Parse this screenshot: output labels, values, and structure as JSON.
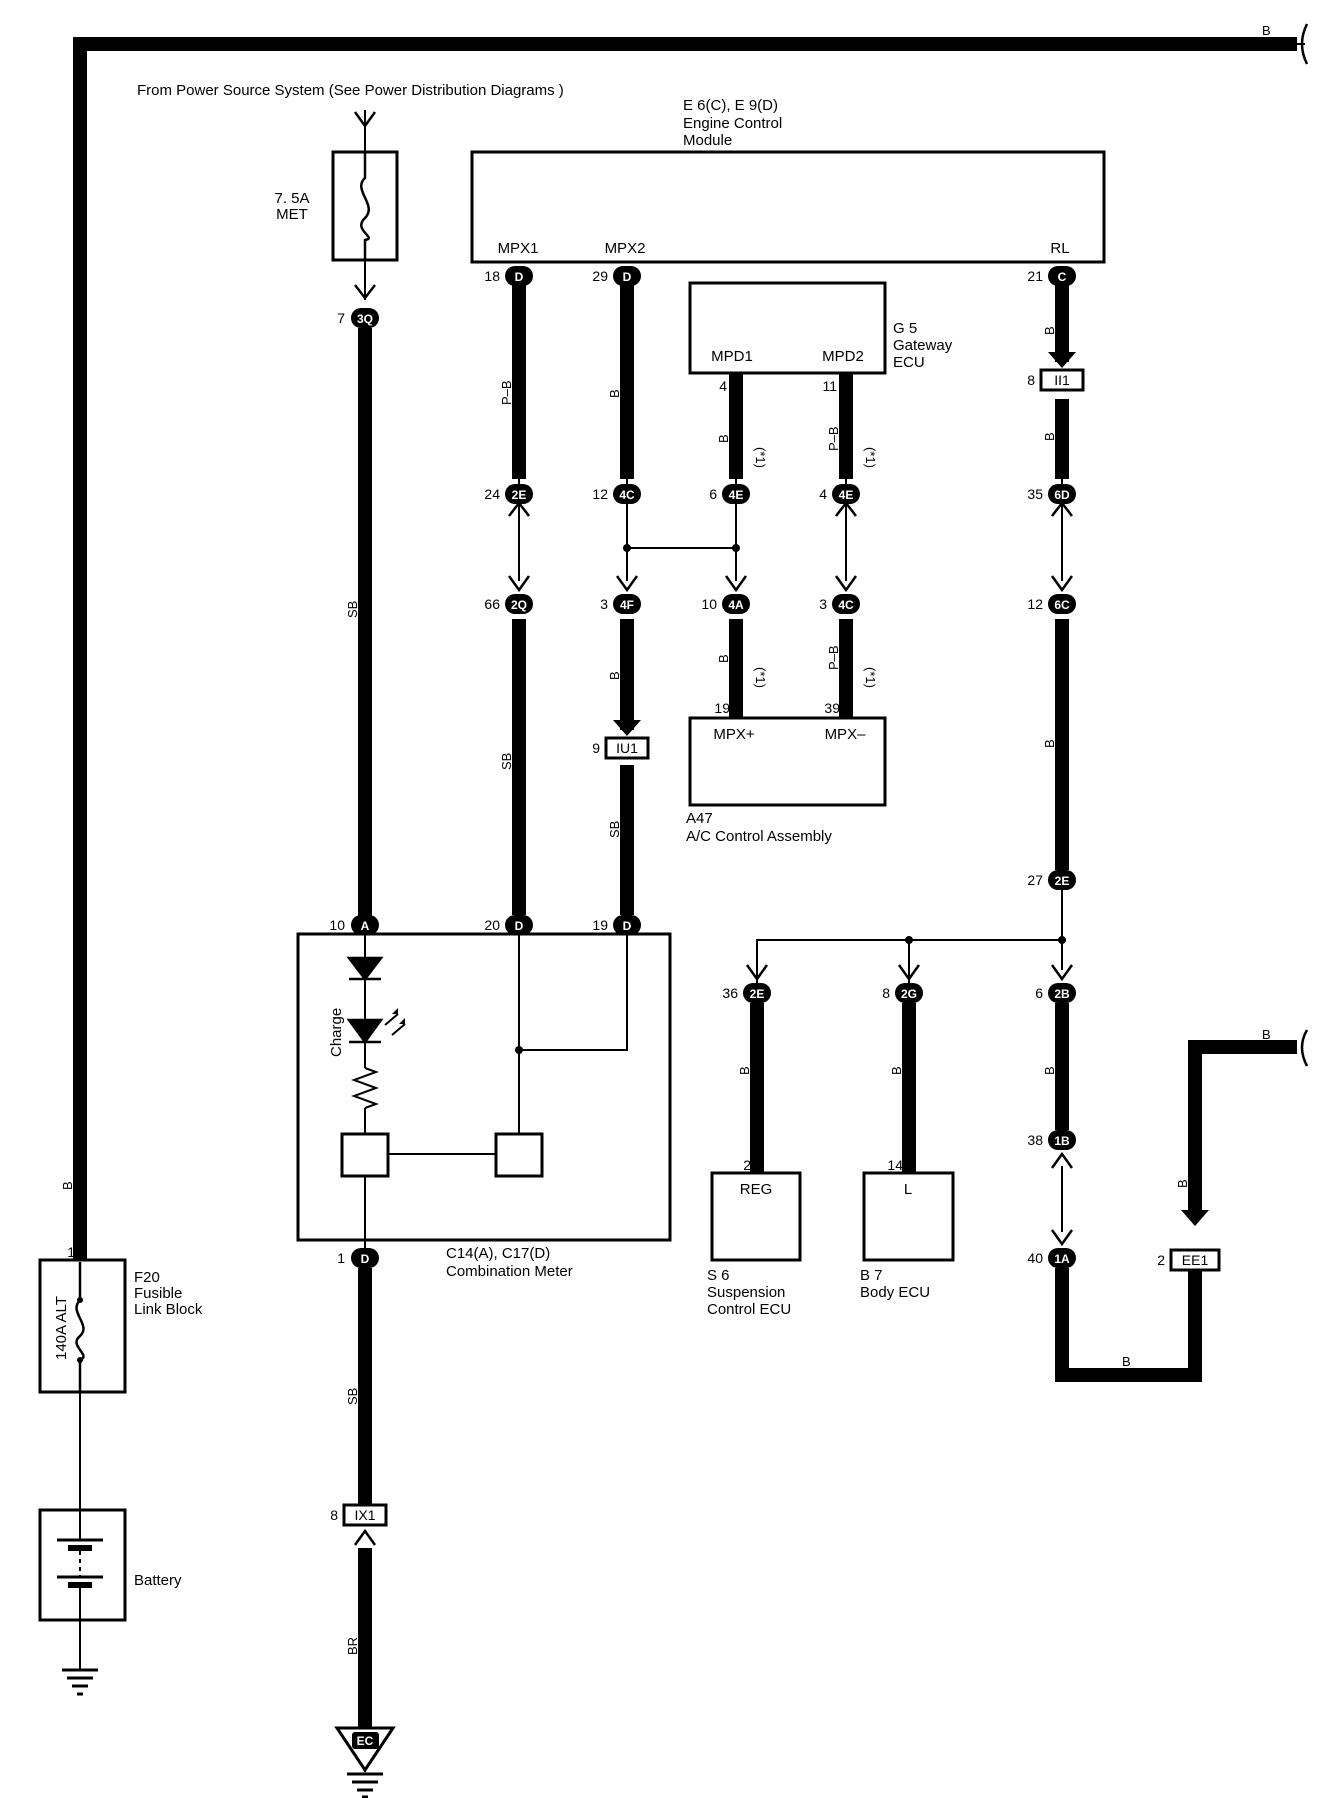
{
  "power_source": "From Power Source System (See Power Distribution Diagrams )",
  "fuse": {
    "rating": "7. 5A",
    "name": "MET"
  },
  "ecm": {
    "code": "E 6(C), E 9(D)",
    "name1": "Engine Control",
    "name2": "Module",
    "pin_mpx1": "MPX1",
    "pin_mpx2": "MPX2",
    "pin_rl": "RL"
  },
  "gateway": {
    "code": "G 5",
    "name1": "Gateway",
    "name2": "ECU",
    "pin_mpd1": "MPD1",
    "pin_mpd2": "MPD2"
  },
  "ac": {
    "code": "A47",
    "name": "A/C Control Assembly",
    "pin_plus": "MPX+",
    "pin_minus": "MPX–"
  },
  "meter": {
    "code": "C14(A), C17(D)",
    "name": "Combination Meter",
    "charge": "Charge"
  },
  "fusible": {
    "rating": "140A ALT",
    "code": "F20",
    "name1": "Fusible",
    "name2": "Link Block"
  },
  "battery": {
    "name": "Battery"
  },
  "suspension": {
    "code": "S 6",
    "name1": "Suspension",
    "name2": "Control ECU",
    "pin": "REG"
  },
  "body_ecu": {
    "code": "B 7",
    "name": "Body ECU",
    "pin": "L"
  },
  "ground": {
    "code": "EC"
  },
  "note": "(*1)",
  "connectors": {
    "c3q": "3Q",
    "cD": "D",
    "cC": "C",
    "c2E": "2E",
    "c2Q": "2Q",
    "c4C": "4C",
    "c4F": "4F",
    "c4E": "4E",
    "c4A": "4A",
    "c6D": "6D",
    "c6C": "6C",
    "cA": "A",
    "c2G": "2G",
    "c2B": "2B",
    "c1B": "1B",
    "c1A": "1A",
    "iu1": "IU1",
    "ii1": "II1",
    "ix1": "IX1",
    "ee1": "EE1"
  },
  "pins": {
    "p7": "7",
    "p18": "18",
    "p29": "29",
    "p21": "21",
    "p8": "8",
    "p4": "4",
    "p11": "11",
    "p24": "24",
    "p12": "12",
    "p6": "6",
    "p35": "35",
    "p66": "66",
    "p3": "3",
    "p10": "10",
    "p9": "9",
    "p19": "19",
    "p39": "39",
    "p27": "27",
    "p20": "20",
    "p36": "36",
    "p2": "2",
    "p14": "14",
    "p38": "38",
    "p40": "40",
    "p1": "1"
  },
  "wire_colors": {
    "b": "B",
    "sb": "SB",
    "pb": "P–B",
    "br": "BR"
  }
}
